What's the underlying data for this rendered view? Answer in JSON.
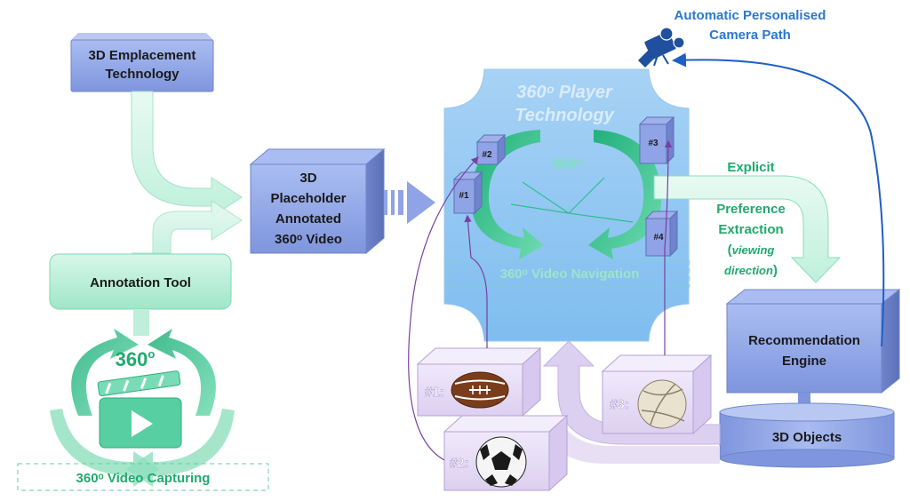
{
  "camera_path": {
    "line1": "Automatic Personalised",
    "line2": "Camera Path"
  },
  "emplacement": {
    "line1": "3D Emplacement",
    "line2": "Technology"
  },
  "annotation_tool": "Annotation Tool",
  "capture": {
    "degrees": "360",
    "degree_mark": "o",
    "label": "360ᵒ Video Capturing"
  },
  "placeholder": {
    "line1": "3D",
    "line2": "Placeholder",
    "line3": "Annotated",
    "line4": "360ᵒ Video"
  },
  "player": {
    "line1": "360ᵒ Player",
    "line2": "Technology",
    "degrees": "360ᵒ",
    "navigation": "360ᵒ Video Navigation"
  },
  "markers": [
    "#1",
    "#2",
    "#3",
    "#4"
  ],
  "explicit": "Explicit",
  "preference": {
    "line1": "Preference",
    "line2": "Extraction",
    "line3_open": "(",
    "line3": "viewing",
    "line4": "direction",
    "line4_close": ")"
  },
  "recommendation": {
    "line1": "Recommendation",
    "line2": "Engine"
  },
  "objects_db": "3D Objects",
  "object_boxes": [
    {
      "label": "#1:",
      "object": "american-football"
    },
    {
      "label": "#2:",
      "object": "soccer-ball"
    },
    {
      "label": "#3:",
      "object": "volleyball"
    }
  ],
  "colors": {
    "box_blue": "#8fa3e6",
    "teal_green": "#2fbf8a",
    "mint": "#bff0dc",
    "player_blue": "#8ec3f0",
    "purple_arrow": "#cbb8e6",
    "link_purple": "#7a3fa0",
    "camera_blue": "#1f5fc4",
    "text_blue": "#2a78d0"
  }
}
